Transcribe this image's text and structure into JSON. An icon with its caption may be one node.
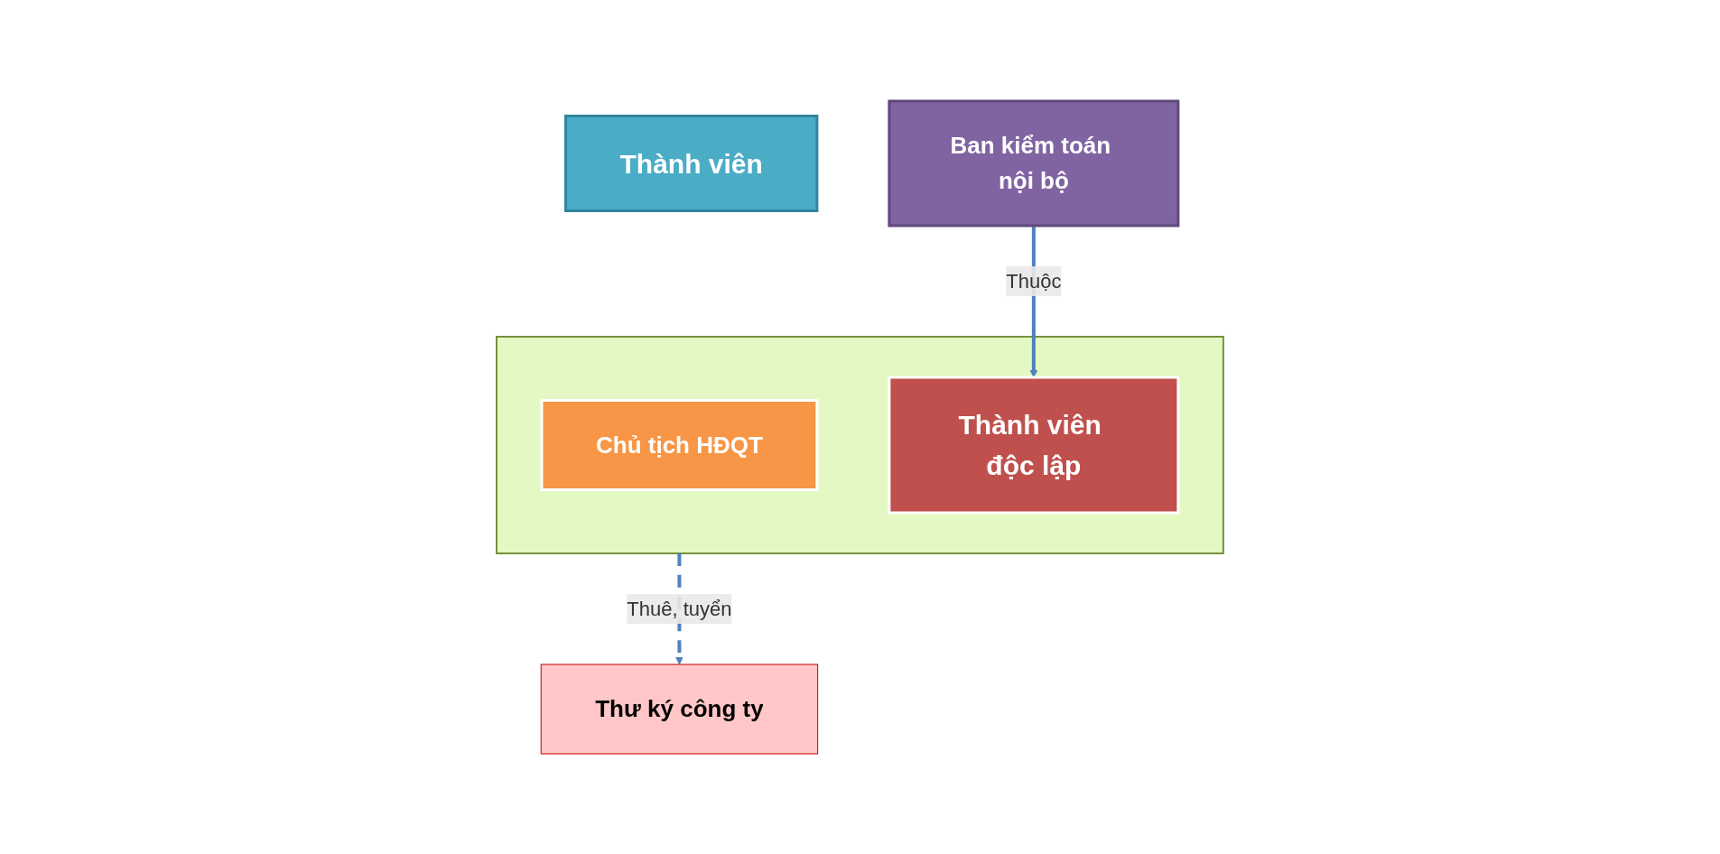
{
  "diagram": {
    "nodes": [
      {
        "text": [],
        "shape": "box"
      },
      {
        "text": [
          "Chủ tịch HĐQT"
        ],
        "in": 0
      },
      {
        "text": [
          "Thành viên"
        ]
      },
      {
        "text": [
          "Thành viên độc lập"
        ],
        "in": 0
      },
      {
        "text": [
          "Thư ký công ty"
        ]
      },
      {
        "text": [
          "Ban kiểm toán nội bộ"
        ]
      }
    ],
    "edges": [
      {
        "from": 0,
        "to": 4,
        "arrow": "to",
        "label": "Thuê, tuyển",
        "style": "dashed"
      },
      {
        "from": 5,
        "to": 3,
        "arrow": "to",
        "label": "Thuộc"
      }
    ]
  }
}
